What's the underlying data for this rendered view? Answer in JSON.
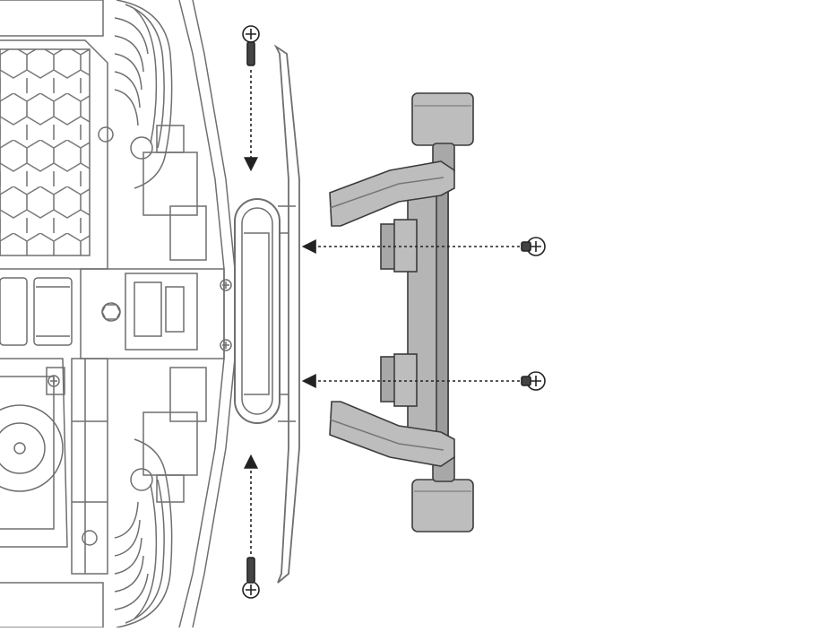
{
  "diagram": {
    "kind": "assembly-instruction-line-drawing",
    "colors": {
      "background": "#ffffff",
      "line": "#6f6f6f",
      "highlight_part": "#bdbdbd",
      "highlight_dark": "#8a8a8a",
      "screw": "#333333",
      "arrow": "#222222"
    },
    "parts": [
      {
        "name": "chassis",
        "style": "outline"
      },
      {
        "name": "bumper-bracket",
        "style": "outline"
      },
      {
        "name": "roller-stay",
        "style": "filled-gray"
      },
      {
        "name": "screw",
        "count": 4
      }
    ],
    "arrows": {
      "style": "dashed",
      "count": 4
    }
  }
}
